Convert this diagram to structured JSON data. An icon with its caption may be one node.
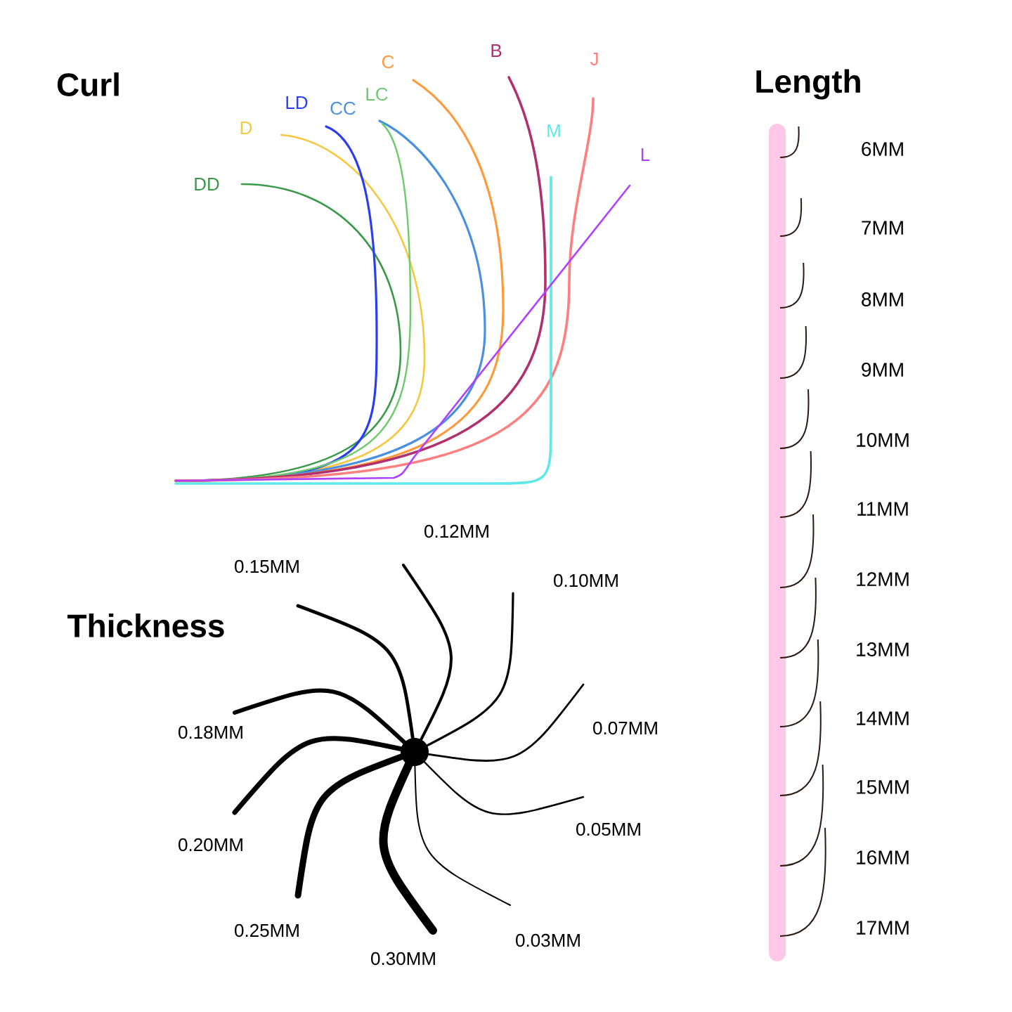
{
  "diagram": {
    "labels": [
      "Curl",
      "Length",
      "DD",
      "D",
      "LD",
      "CC",
      "LC",
      "C",
      "B",
      "J",
      "M",
      "L",
      "6MM",
      "7MM",
      "8MM",
      "9MM",
      "10MM",
      "11MM",
      "12MM",
      "13MM",
      "14MM",
      "15MM",
      "16MM",
      "17MM",
      "Thickness",
      "0.12MM",
      "0.10MM",
      "0.07MM",
      "0.05MM",
      "0.03MM",
      "0.30MM",
      "0.25MM",
      "0.20MM",
      "0.18MM",
      "0.15MM"
    ]
  }
}
